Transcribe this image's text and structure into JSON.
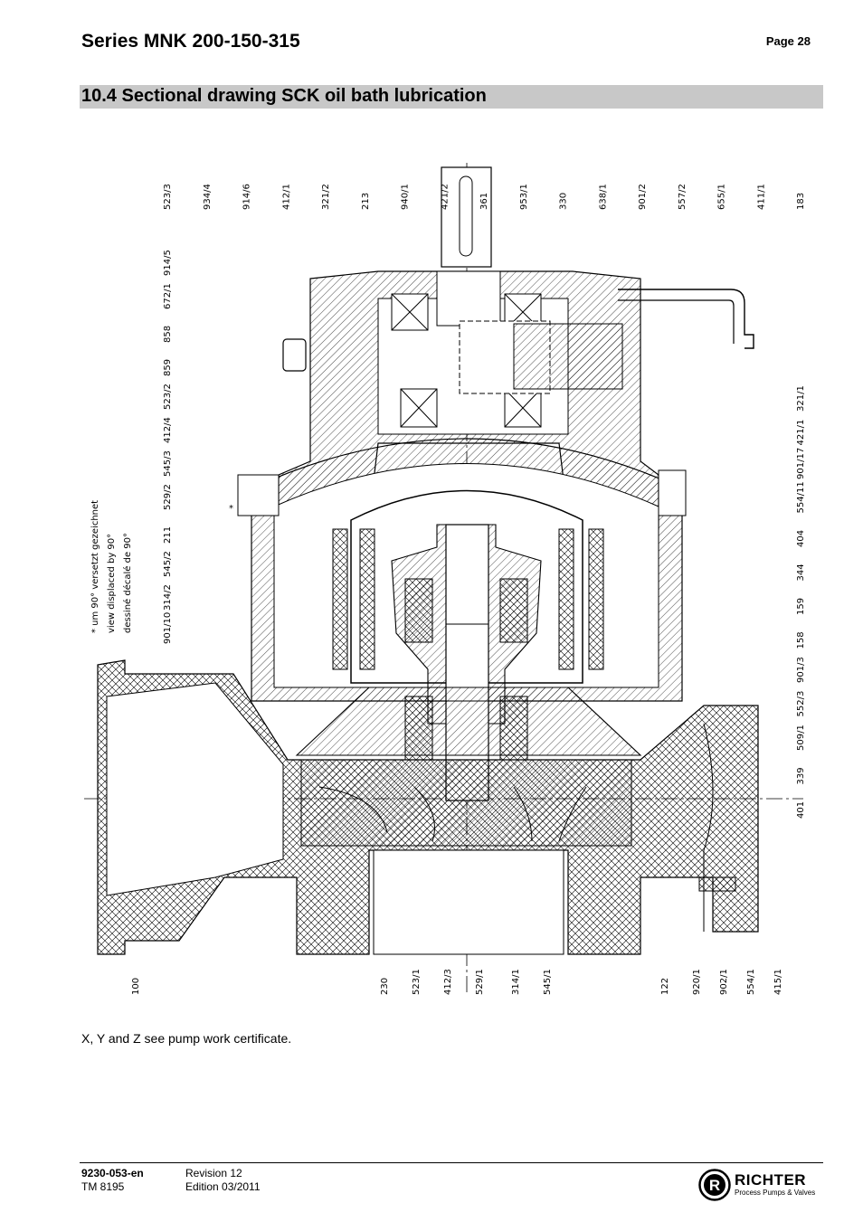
{
  "header": {
    "series": "Series MNK 200-150-315",
    "page": "Page 28"
  },
  "section": {
    "title": "10.4  Sectional drawing SCK oil bath lubrication"
  },
  "drawing": {
    "labels_top": [
      "523/3",
      "934/4",
      "914/6",
      "412/1",
      "321/2",
      "213",
      "940/1",
      "421/2",
      "361",
      "953/1",
      "330",
      "638/1",
      "901/2",
      "557/2",
      "655/1",
      "411/1",
      "183"
    ],
    "labels_left": [
      "914/5",
      "672/1",
      "858",
      "859",
      "523/2",
      "412/4",
      "545/3",
      "529/2",
      "211",
      "545/2",
      "314/2",
      "901/10"
    ],
    "labels_right": [
      "321/1",
      "421/1",
      "901/17",
      "554/11",
      "404",
      "344",
      "159",
      "158",
      "901/3",
      "552/3",
      "509/1",
      "339",
      "401"
    ],
    "labels_bottom": [
      "100",
      "230",
      "523/1",
      "412/3",
      "529/1",
      "314/1",
      "545/1",
      "122",
      "920/1",
      "902/1",
      "554/1",
      "415/1"
    ],
    "rotation_note": [
      "* um 90° versetzt gezeichnet",
      "view displaced by 90°",
      "dessiné décalé de 90°"
    ],
    "star": "*"
  },
  "note": "X, Y and Z see pump work certificate.",
  "footer": {
    "doc_id": "9230-053-en",
    "tm": "TM  8195",
    "revision": "Revision  12",
    "edition": "Edition  03/2011"
  },
  "logo": {
    "letter": "R",
    "name": "RICHTER",
    "tagline": "Process Pumps & Valves"
  }
}
